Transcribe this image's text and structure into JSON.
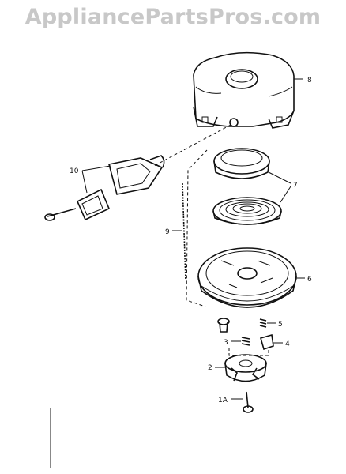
{
  "watermark": "AppliancePartsPros.com",
  "labels": {
    "housing": "8",
    "pulley_cover": "7",
    "rope": "9",
    "handle": "10",
    "pulley": "6",
    "spring_5": "5",
    "spring_3": "3",
    "pawl": "4",
    "cup": "2",
    "screw": "1A"
  },
  "colors": {
    "ink": "#111111",
    "watermark": "#c8c8c8",
    "background": "#ffffff"
  }
}
